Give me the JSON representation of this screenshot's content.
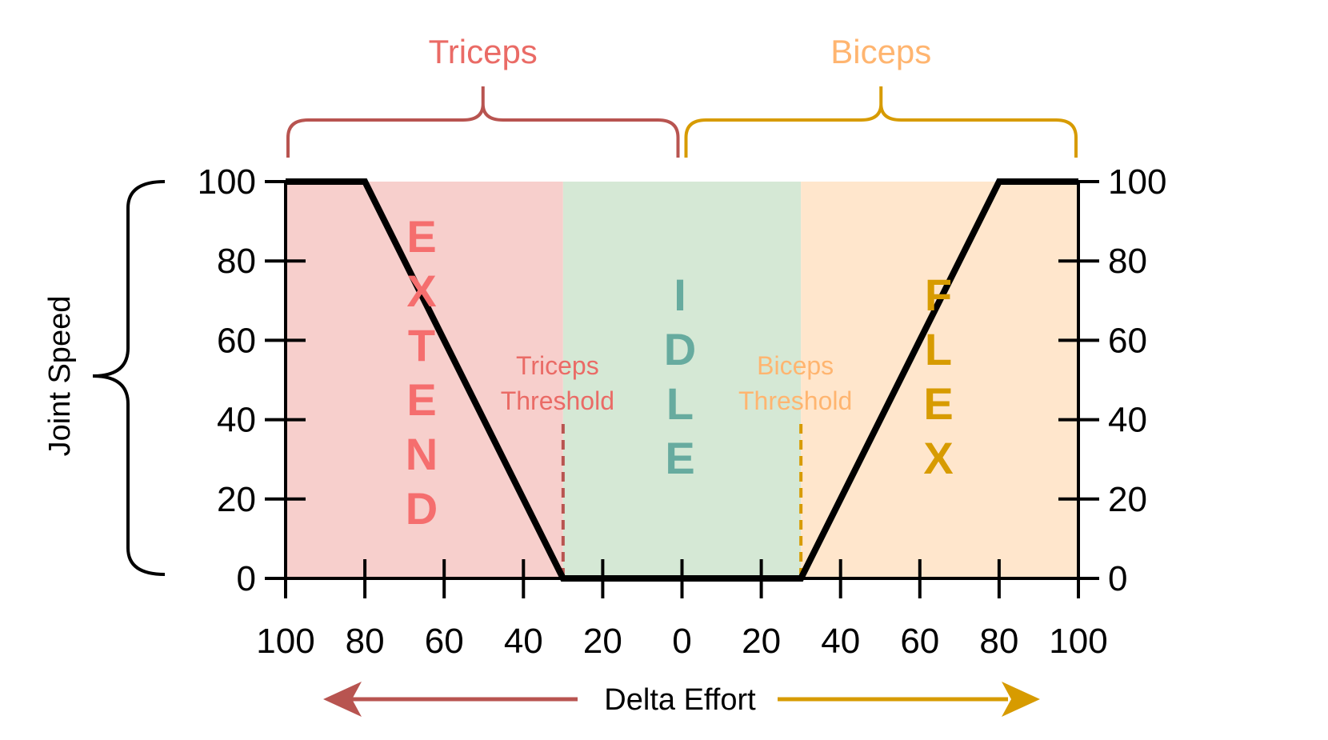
{
  "chart_data": {
    "type": "line",
    "title": "",
    "xlabel": "Delta Effort",
    "ylabel": "Joint Speed",
    "x_tick_labels": [
      "100",
      "80",
      "60",
      "40",
      "20",
      "0",
      "20",
      "40",
      "60",
      "80",
      "100"
    ],
    "x_values": [
      -100,
      -80,
      -60,
      -40,
      -20,
      0,
      20,
      40,
      60,
      80,
      100
    ],
    "y_ticks": [
      0,
      20,
      40,
      60,
      80,
      100
    ],
    "y_tick_labels": [
      "0",
      "20",
      "40",
      "60",
      "80",
      "100"
    ],
    "xlim": [
      -100,
      100
    ],
    "ylim": [
      0,
      100
    ],
    "series": [
      {
        "x": [
          -100,
          -80,
          -30,
          30,
          80,
          100
        ],
        "y": [
          100,
          100,
          0,
          0,
          100,
          100
        ]
      }
    ],
    "regions": [
      {
        "from": -100,
        "to": -30,
        "color": "#f7cfcc",
        "letters": [
          "E",
          "X",
          "T",
          "E",
          "N",
          "D"
        ],
        "letter_color": "#f56e6e"
      },
      {
        "from": -30,
        "to": 30,
        "color": "#d5e8d5",
        "letters": [
          "I",
          "D",
          "L",
          "E"
        ],
        "letter_color": "#67ab9f"
      },
      {
        "from": 30,
        "to": 100,
        "color": "#ffe6cc",
        "letters": [
          "F",
          "L",
          "E",
          "X"
        ],
        "letter_color": "#d79b00"
      }
    ],
    "thresholds": [
      {
        "x": -30,
        "label_lines": [
          "Triceps",
          "Threshold"
        ],
        "label_color": "#ea6b66",
        "line_color": "#b85450"
      },
      {
        "x": 30,
        "label_lines": [
          "Biceps",
          "Threshold"
        ],
        "label_color": "#ffb570",
        "line_color": "#d79b00"
      }
    ],
    "muscle_groups": [
      {
        "label": "Triceps",
        "from": -100,
        "to": 0,
        "label_color": "#ea6b66",
        "brace_color": "#b85450"
      },
      {
        "label": "Biceps",
        "from": 0,
        "to": 100,
        "label_color": "#ffb570",
        "brace_color": "#d79b00"
      }
    ],
    "arrow_colors": {
      "left": "#b85450",
      "right": "#d79b00"
    },
    "grid": false
  }
}
